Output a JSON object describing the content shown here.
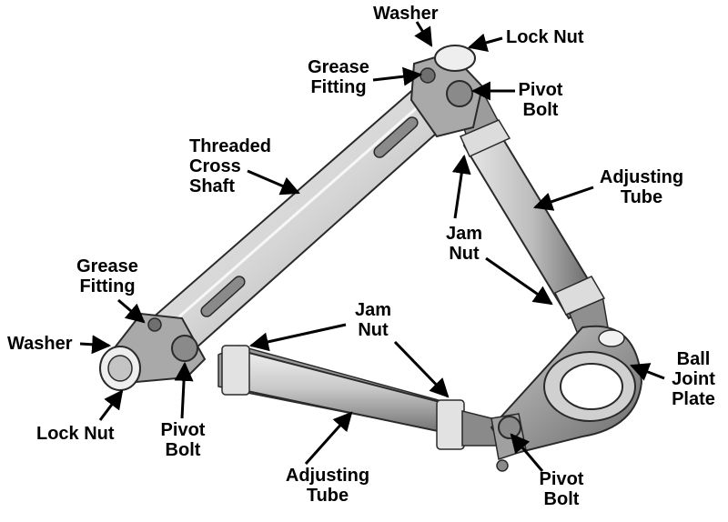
{
  "labels": {
    "washer_top": "Washer",
    "lock_nut_top": "Lock Nut",
    "grease_fitting_top": [
      "Grease",
      "Fitting"
    ],
    "pivot_bolt_top": [
      "Pivot",
      "Bolt"
    ],
    "threaded_cross_shaft": [
      "Threaded",
      "Cross",
      "Shaft"
    ],
    "adjusting_tube_right": [
      "Adjusting",
      "Tube"
    ],
    "jam_nut_right": [
      "Jam",
      "Nut"
    ],
    "grease_fitting_left": [
      "Grease",
      "Fitting"
    ],
    "washer_left": "Washer",
    "jam_nut_bottom": [
      "Jam",
      "Nut"
    ],
    "lock_nut_left": "Lock Nut",
    "pivot_bolt_left": [
      "Pivot",
      "Bolt"
    ],
    "ball_joint_plate": [
      "Ball",
      "Joint",
      "Plate"
    ],
    "adjusting_tube_bottom": [
      "Adjusting",
      "Tube"
    ],
    "pivot_bolt_bottom": [
      "Pivot",
      "Bolt"
    ]
  },
  "colors": {
    "label_text": "#000000",
    "arrow": "#000000",
    "metal_light": "#e6e6e6",
    "metal_mid": "#b8b8b8",
    "metal_dark": "#6e6e6e",
    "outline": "#2a2a2a"
  }
}
